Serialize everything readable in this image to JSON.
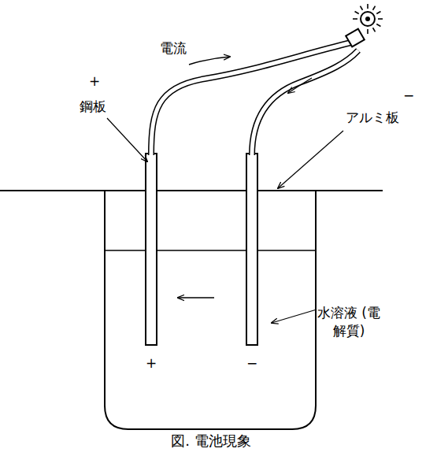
{
  "diagram": {
    "caption": "図. 電池現象",
    "labels": [
      "電流",
      "+",
      "鋼板",
      "−",
      "アルミ板",
      "水溶液 (電解質)",
      "+",
      "−"
    ]
  }
}
